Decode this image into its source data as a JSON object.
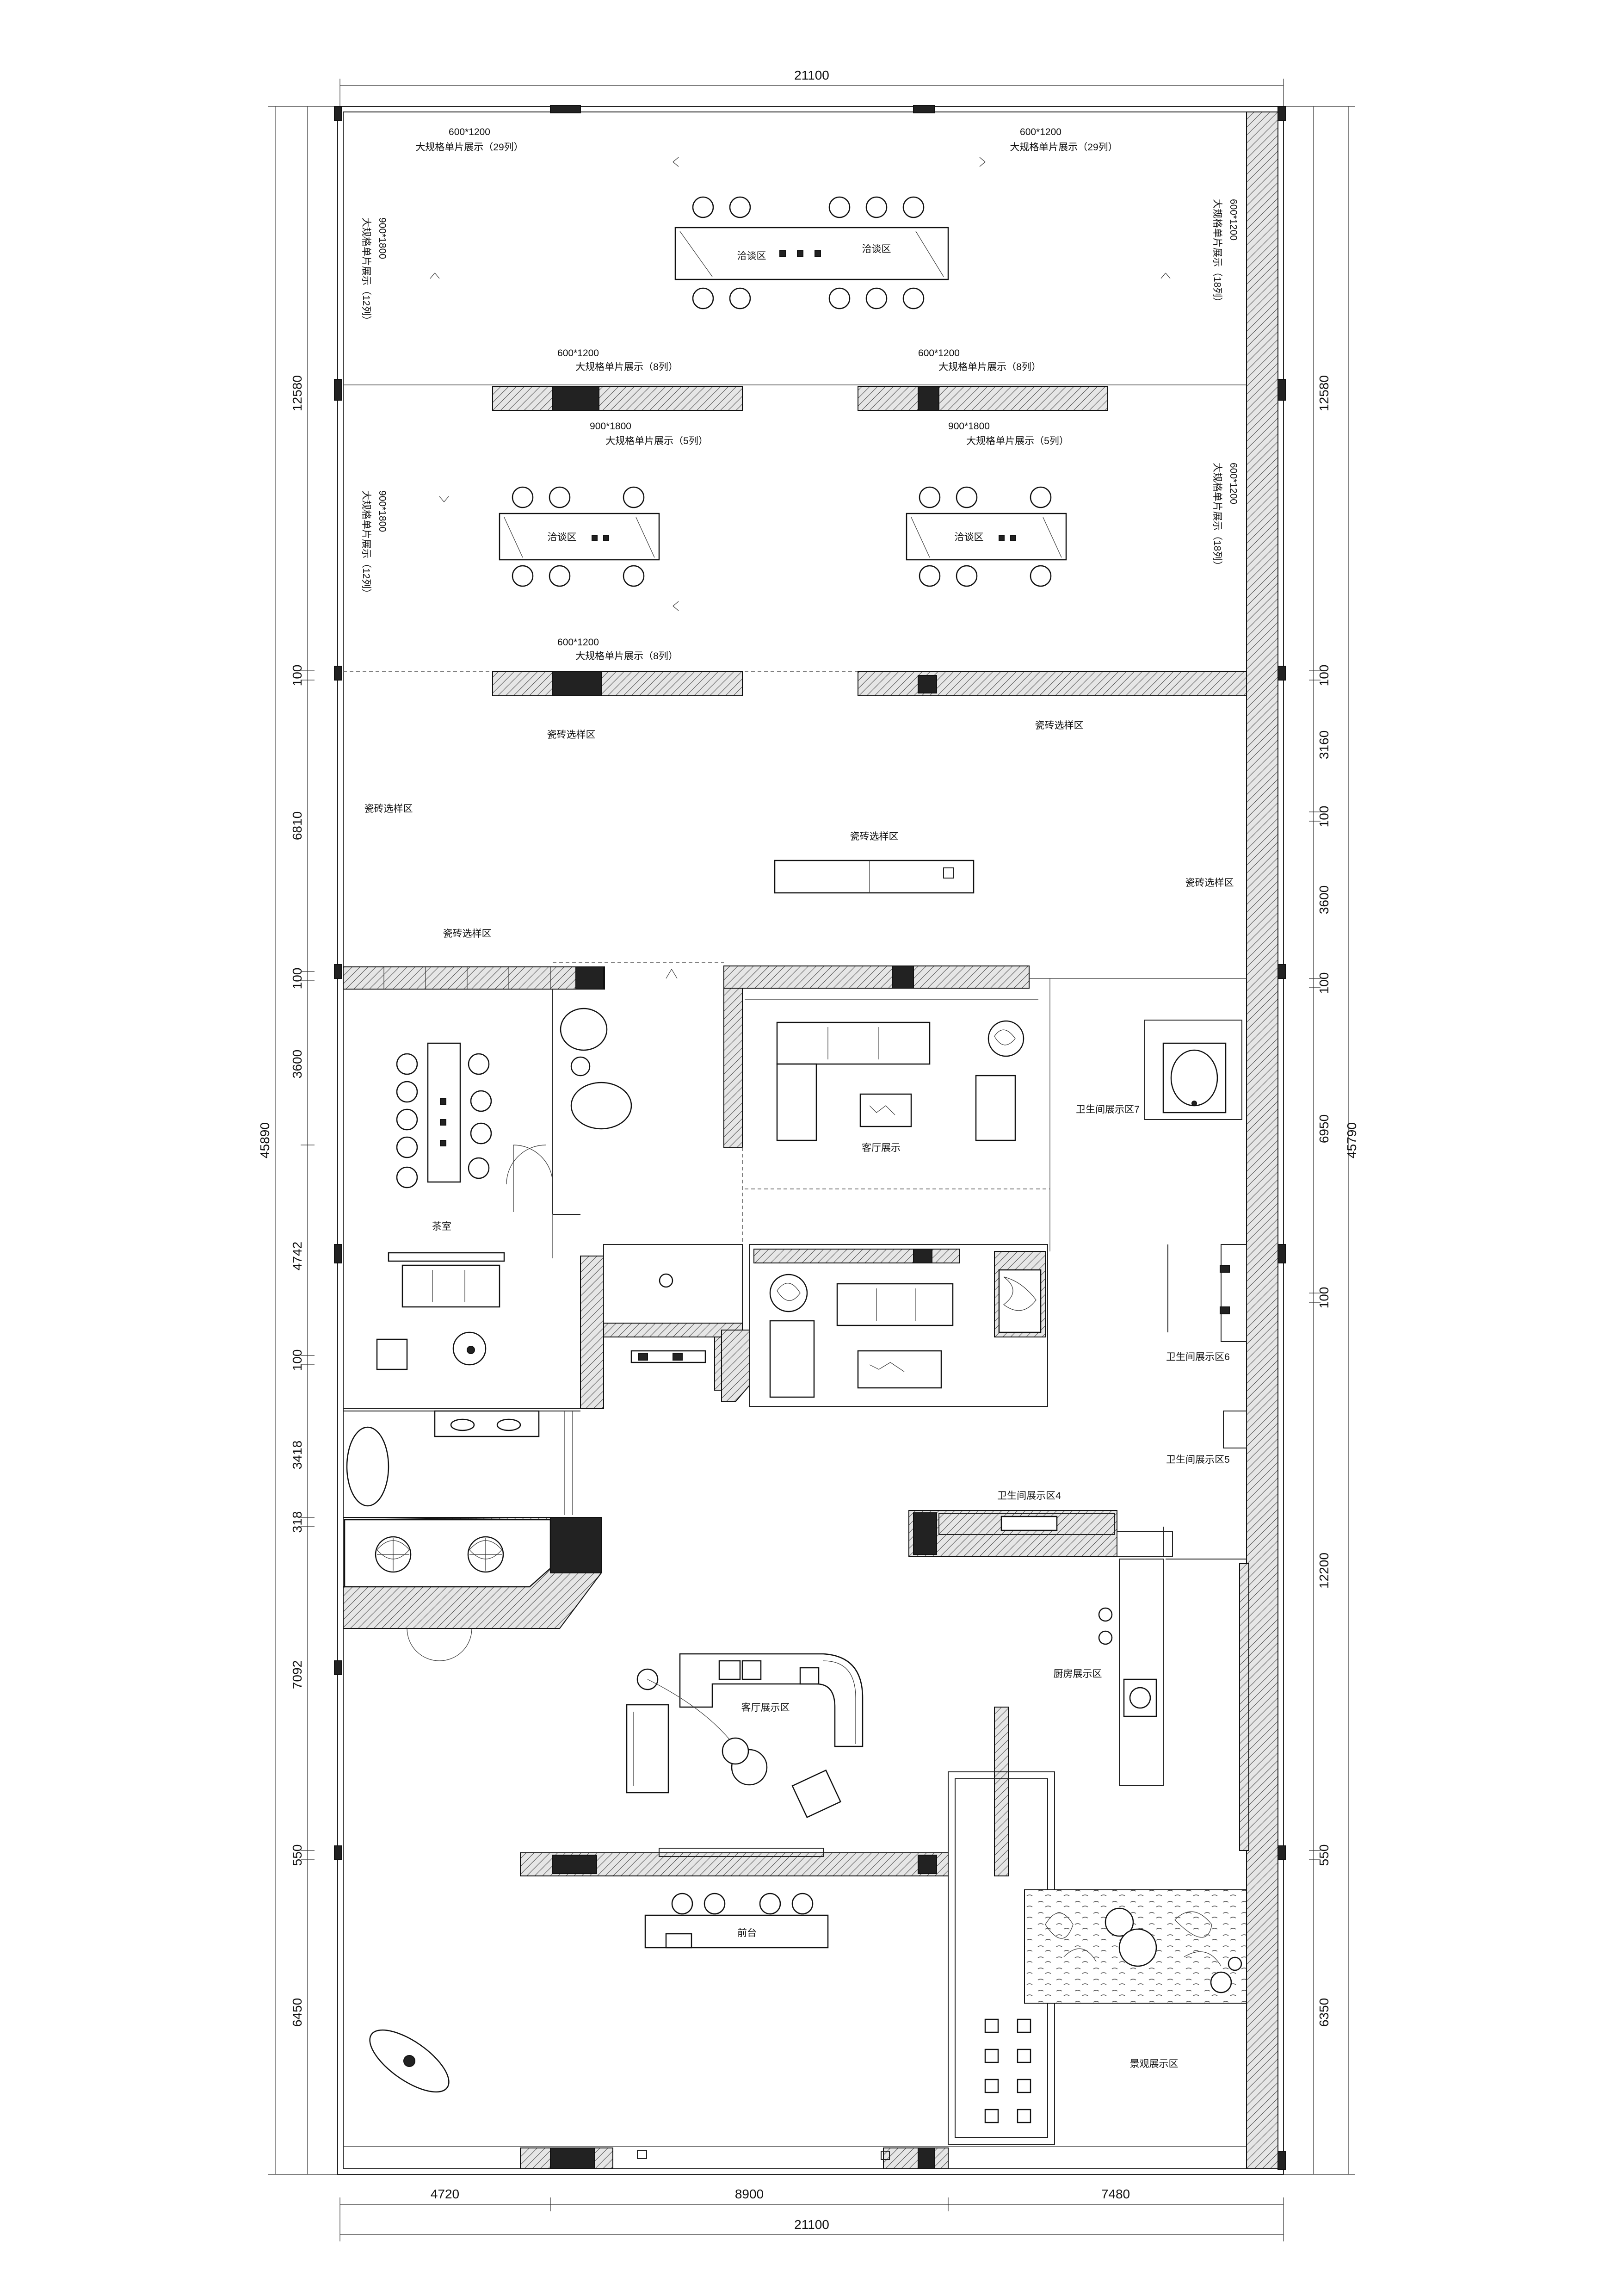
{
  "dimensions": {
    "top": "21100",
    "bottom_segments": [
      "4720",
      "8900",
      "7480"
    ],
    "bottom_total": "21100",
    "left_segments": [
      "12580",
      "100",
      "6810",
      "100",
      "3600",
      "4742",
      "100",
      "3418",
      "318",
      "7092",
      "550",
      "6450"
    ],
    "left_total": "45890",
    "right_segments": [
      "12580",
      "100",
      "3160",
      "100",
      "3600",
      "100",
      "6950",
      "100",
      "12200",
      "550",
      "6350"
    ],
    "right_total": "45790"
  },
  "labels": {
    "spec_600_1200": "600*1200",
    "spec_900_1800": "900*1800",
    "display_29": "大规格单片展示（29列）",
    "display_8": "大规格单片展示（8列）",
    "display_5": "大规格单片展示（5列）",
    "display_12": "大规格单片展示（12列）",
    "display_18": "大规格单片展示（18列）",
    "negotiation": "洽谈区",
    "tile_sample": "瓷砖选样区",
    "tea_room": "茶室",
    "living_display": "客厅展示",
    "living_display_zone": "客厅展示区",
    "bath7": "卫生间展示区7",
    "bath6": "卫生间展示区6",
    "bath5": "卫生间展示区5",
    "bath4": "卫生间展示区4",
    "kitchen": "厨房展示区",
    "reception": "前台",
    "landscape": "景观展示区"
  }
}
